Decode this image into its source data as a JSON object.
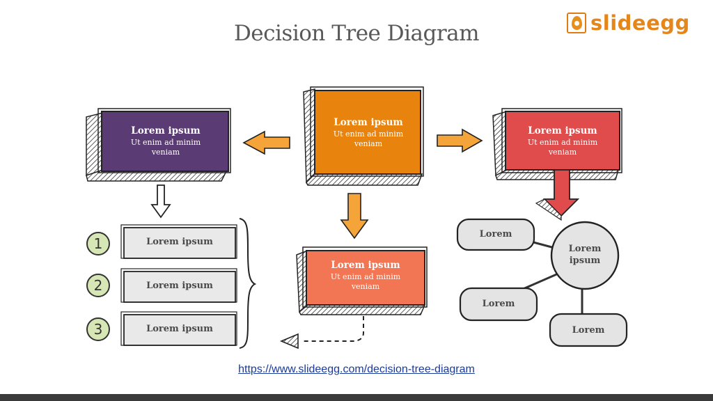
{
  "title": "Decision Tree Diagram",
  "logo": {
    "text": "slideegg",
    "icon": "egg-logo-icon"
  },
  "colors": {
    "purple": "#5b3b73",
    "orange": "#e8830e",
    "red": "#e04b4b",
    "coral": "#f27653",
    "arrow": "#f5a43a"
  },
  "cards": {
    "left": {
      "heading": "Lorem ipsum",
      "sub": "Ut enim ad minim veniam"
    },
    "center": {
      "heading": "Lorem ipsum",
      "sub": "Ut enim ad minim veniam"
    },
    "right": {
      "heading": "Lorem ipsum",
      "sub": "Ut enim ad minim veniam"
    },
    "bottom": {
      "heading": "Lorem ipsum",
      "sub": "Ut enim ad minim veniam"
    }
  },
  "list": [
    {
      "num": "1",
      "label": "Lorem ipsum"
    },
    {
      "num": "2",
      "label": "Lorem ipsum"
    },
    {
      "num": "3",
      "label": "Lorem ipsum"
    }
  ],
  "mindmap": {
    "center": "Lorem ipsum",
    "top_left": "Lorem",
    "bottom_left": "Lorem",
    "bottom_right": "Lorem"
  },
  "link": "https://www.slideegg.com/decision-tree-diagram"
}
